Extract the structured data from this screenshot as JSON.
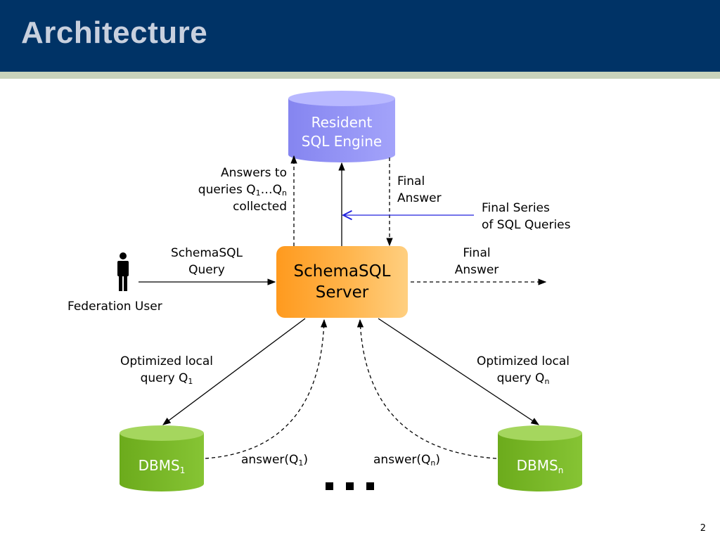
{
  "slide": {
    "title": "Architecture",
    "page_number": "2"
  },
  "nodes": {
    "resident_engine": {
      "line1": "Resident",
      "line2": "SQL Engine"
    },
    "server": {
      "line1": "SchemaSQL",
      "line2": "Server"
    },
    "dbms1": {
      "label": "DBMS",
      "sub": "1"
    },
    "dbmsn": {
      "label": "DBMS",
      "sub": "n"
    },
    "user": {
      "label": "Federation User"
    }
  },
  "labels": {
    "answers_to": {
      "line1": "Answers to",
      "line2_a": "queries Q",
      "line2_sub1": "1",
      "line2_b": "…Q",
      "line2_sub2": "n",
      "line3": "collected"
    },
    "final_answer_top": {
      "line1": "Final",
      "line2": "Answer"
    },
    "final_series": {
      "line1": "Final Series",
      "line2": "of SQL Queries"
    },
    "schemasql_query": {
      "line1": "SchemaSQL",
      "line2": "Query"
    },
    "final_answer_right": {
      "line1": "Final",
      "line2": "Answer"
    },
    "opt_local_1": {
      "line1": "Optimized local",
      "line2": "query Q",
      "sub": "1"
    },
    "opt_local_n": {
      "line1": "Optimized local",
      "line2": "query Q",
      "sub": "n"
    },
    "answer_q1": {
      "text": "answer(Q",
      "sub": "1",
      "close": ")"
    },
    "answer_qn": {
      "text": "answer(Q",
      "sub": "n",
      "close": ")"
    }
  },
  "colors": {
    "header": "#003366",
    "resident_engine": "#8f8ff5",
    "server": "#ffa733",
    "dbms": "#7ab929",
    "blue_arrow": "#2222dd"
  },
  "icons": [
    "person-icon",
    "ellipsis-marks"
  ]
}
